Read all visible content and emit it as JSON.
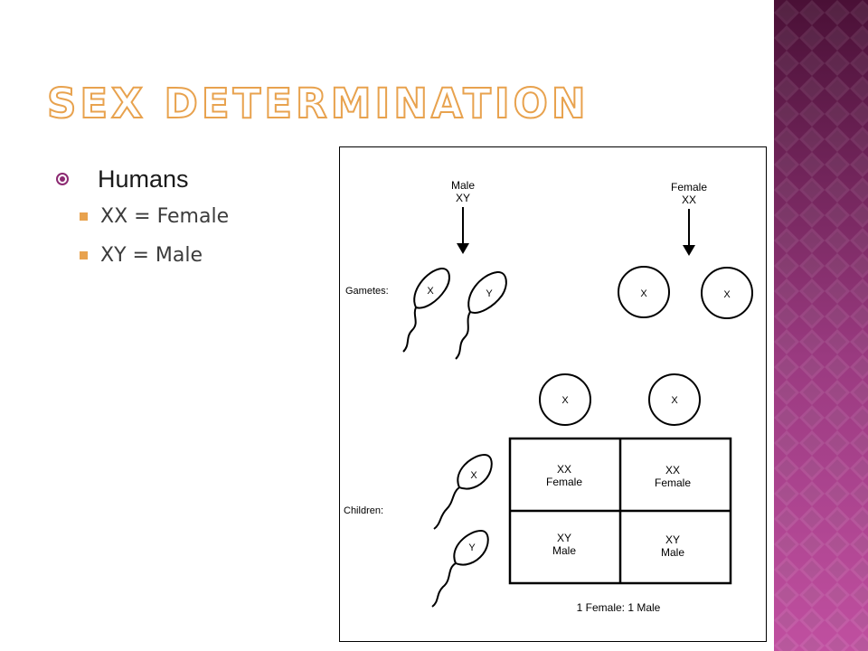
{
  "slide": {
    "title": "Sex Determination",
    "bullets": [
      {
        "text": "Humans",
        "children": [
          {
            "text": "XX = Female"
          },
          {
            "text": "XY = Male"
          }
        ]
      }
    ]
  },
  "diagram": {
    "male_parent": {
      "sex": "Male",
      "genotype": "XY"
    },
    "female_parent": {
      "sex": "Female",
      "genotype": "XX"
    },
    "gametes_label": "Gametes:",
    "children_label": "Children:",
    "sperm_gametes": [
      "X",
      "Y"
    ],
    "egg_gametes": [
      "X",
      "X"
    ],
    "punnett": {
      "column_headers": [
        "X",
        "X"
      ],
      "row_headers": [
        "X",
        "Y"
      ],
      "cells": [
        [
          {
            "genotype": "XX",
            "sex": "Female"
          },
          {
            "genotype": "XX",
            "sex": "Female"
          }
        ],
        [
          {
            "genotype": "XY",
            "sex": "Male"
          },
          {
            "genotype": "XY",
            "sex": "Male"
          }
        ]
      ]
    },
    "ratio": "1 Female: 1 Male"
  },
  "colors": {
    "accent_purple": "#8c2a72",
    "band_purple_dark": "#4a1036",
    "band_purple_light": "#c04fa0",
    "title_outline_orange": "#e8a24e",
    "sub_bullet_orange": "#e8a24e"
  }
}
